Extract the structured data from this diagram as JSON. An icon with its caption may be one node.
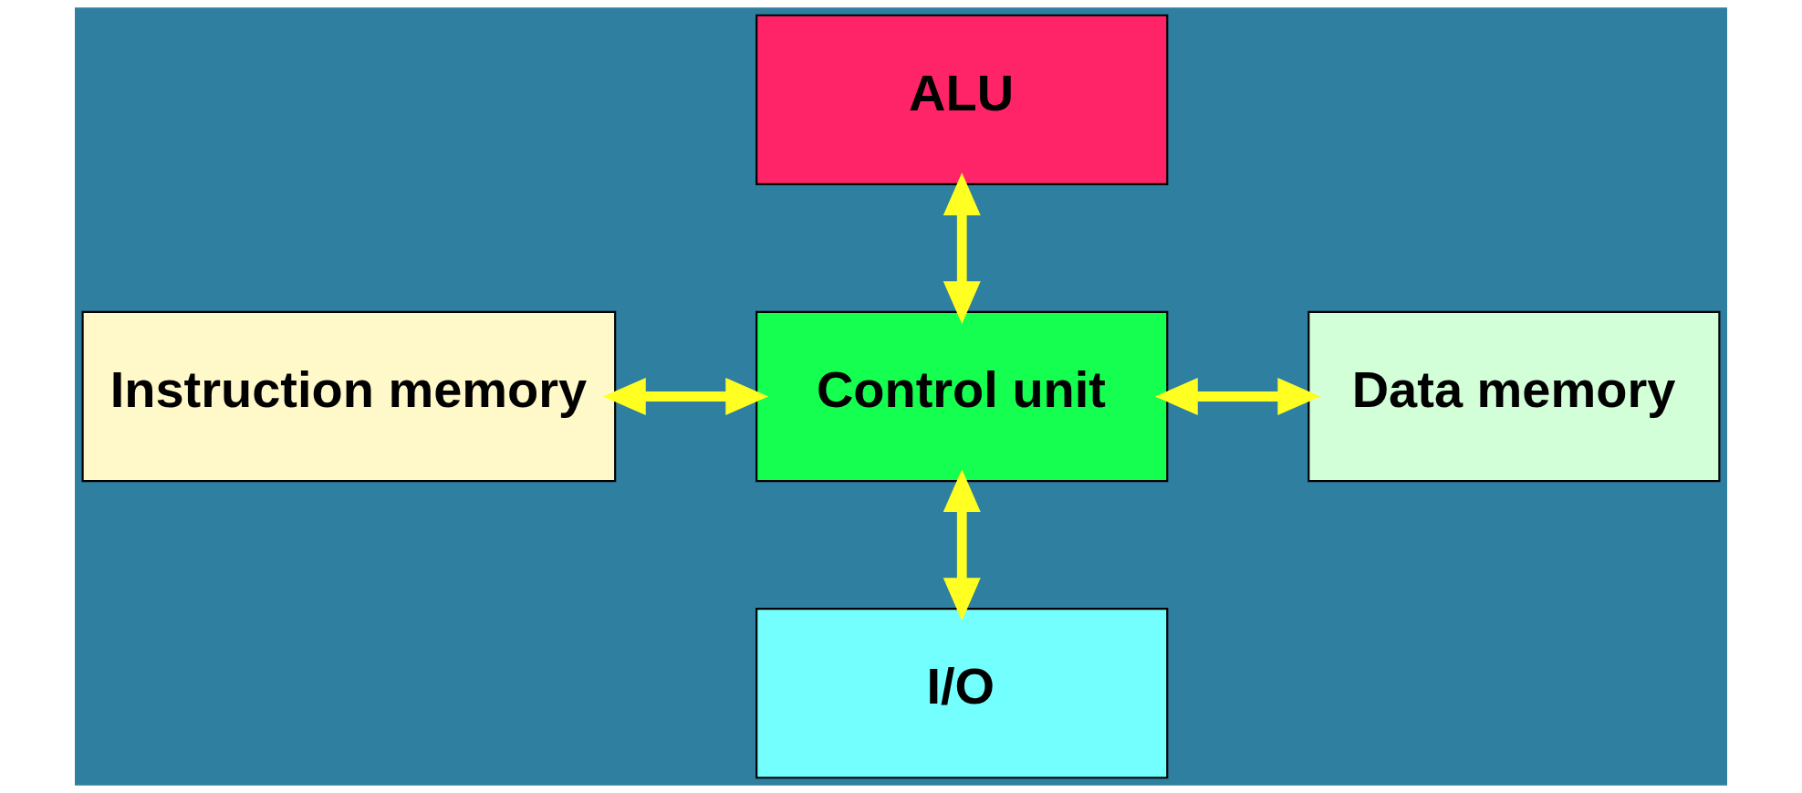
{
  "diagram": {
    "nodes": [
      {
        "text": [
          "ALU"
        ]
      },
      {
        "text": [
          "Instruction memory"
        ]
      },
      {
        "text": [
          "Control unit"
        ]
      },
      {
        "text": [
          "Data memory"
        ]
      },
      {
        "text": [
          "I/O"
        ]
      }
    ],
    "edges": [
      {
        "from": 0,
        "to": 2,
        "arrow": "both"
      },
      {
        "from": 1,
        "to": 2,
        "arrow": "both"
      },
      {
        "from": 2,
        "to": 3,
        "arrow": "both"
      },
      {
        "from": 2,
        "to": 4,
        "arrow": "both"
      }
    ]
  }
}
